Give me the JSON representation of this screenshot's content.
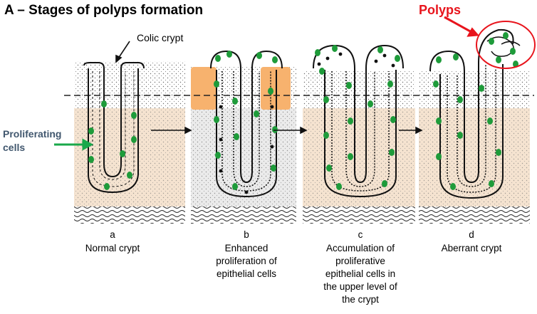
{
  "title": "A – Stages of polyps formation",
  "polyps_label": "Polyps",
  "colic_crypt_label": "Colic crypt",
  "proliferating_label": [
    "Proliferating",
    "cells"
  ],
  "stages": [
    {
      "letter": "a",
      "caption": [
        "Normal crypt"
      ]
    },
    {
      "letter": "b",
      "caption": [
        "Enhanced",
        "proliferation of",
        "epithelial cells"
      ]
    },
    {
      "letter": "c",
      "caption": [
        "Accumulation of",
        "proliferative",
        "epithelial cells in",
        "the upper level of",
        "the crypt"
      ]
    },
    {
      "letter": "d",
      "caption": [
        "Aberrant crypt"
      ]
    }
  ],
  "colors": {
    "polyps_red": "#e8141c",
    "proliferating_cells_green": "#1e9b3a",
    "pointer_green": "#19a84a",
    "lower_tissue_tan": "#f5e3d0",
    "enhanced_block_orange": "#f7b26e",
    "label_blue_gray": "#41576e"
  }
}
